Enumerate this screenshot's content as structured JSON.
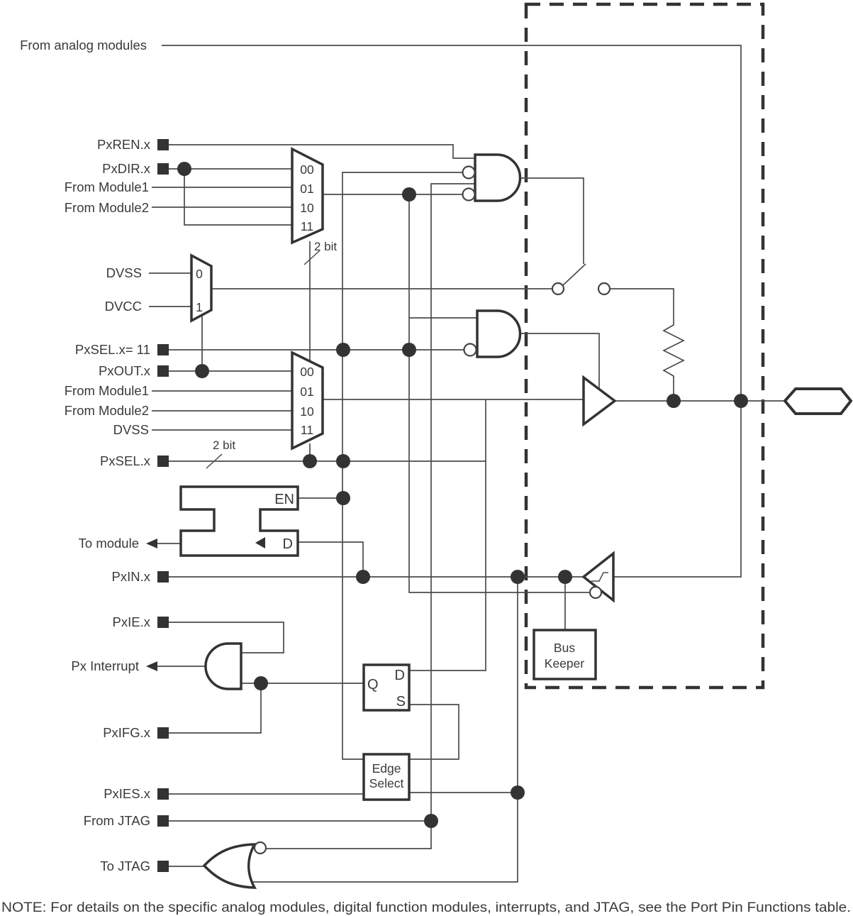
{
  "pins": {
    "from_analog": "From analog modules",
    "pxren": "PxREN.x",
    "pxdir": "PxDIR.x",
    "from_module1_a": "From Module1",
    "from_module2_a": "From Module2",
    "dvss_a": "DVSS",
    "dvcc": "DVCC",
    "pxsel11": "PxSEL.x= 11",
    "pxout": "PxOUT.x",
    "from_module1_b": "From Module1",
    "from_module2_b": "From Module2",
    "dvss_b": "DVSS",
    "pxsel": "PxSEL.x",
    "to_module": "To module",
    "pxin": "PxIN.x",
    "pxie": "PxIE.x",
    "px_interrupt": "Px Interrupt",
    "pxifg": "PxIFG.x",
    "pxies": "PxIES.x",
    "from_jtag": "From JTAG",
    "to_jtag": "To JTAG"
  },
  "mux": {
    "in00": "00",
    "in01": "01",
    "in10": "10",
    "in11": "11",
    "in0": "0",
    "in1": "1",
    "two_bit": "2 bit"
  },
  "latch": {
    "en": "EN",
    "d": "D"
  },
  "ff": {
    "q": "Q",
    "d": "D",
    "s": "S"
  },
  "blocks": {
    "edge_select_line1": "Edge",
    "edge_select_line2": "Select",
    "bus_keeper_line1": "Bus",
    "bus_keeper_line2": "Keeper"
  },
  "note": "NOTE: For details on the specific analog modules, digital function modules, interrupts, and JTAG, see the Port Pin Functions table.",
  "colors": {
    "wire": "#4b4b4b",
    "bold": "#333333",
    "text": "#3a3a3a",
    "background": "#ffffff"
  }
}
